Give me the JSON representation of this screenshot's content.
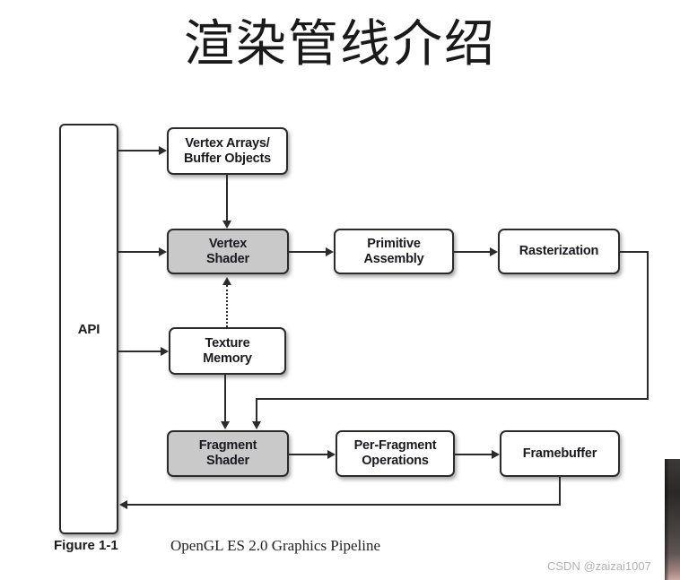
{
  "page": {
    "title": "渲染管线介绍",
    "background": "#ffffff"
  },
  "figure": {
    "caption_number": "Figure 1-1",
    "caption_text": "OpenGL ES 2.0 Graphics Pipeline",
    "shaded_fill": "#c9c9c9",
    "stroke": "#2b2b2b",
    "nodes": [
      {
        "id": "api",
        "label": "API",
        "shaded": false
      },
      {
        "id": "vao",
        "label": "Vertex Arrays/\nBuffer Objects",
        "line1": "Vertex Arrays/",
        "line2": "Buffer Objects",
        "shaded": false
      },
      {
        "id": "vshader",
        "label": "Vertex Shader",
        "line1": "Vertex",
        "line2": "Shader",
        "shaded": true
      },
      {
        "id": "prim",
        "label": "Primitive Assembly",
        "line1": "Primitive",
        "line2": "Assembly",
        "shaded": false
      },
      {
        "id": "raster",
        "label": "Rasterization",
        "line1": "Rasterization",
        "line2": "",
        "shaded": false
      },
      {
        "id": "texmem",
        "label": "Texture Memory",
        "line1": "Texture",
        "line2": "Memory",
        "shaded": false
      },
      {
        "id": "fshader",
        "label": "Fragment Shader",
        "line1": "Fragment",
        "line2": "Shader",
        "shaded": true
      },
      {
        "id": "perfrag",
        "label": "Per-Fragment Operations",
        "line1": "Per-Fragment",
        "line2": "Operations",
        "shaded": false
      },
      {
        "id": "fbuf",
        "label": "Framebuffer",
        "line1": "Framebuffer",
        "line2": "",
        "shaded": false
      }
    ],
    "edges": [
      {
        "from": "api",
        "to": "vao",
        "style": "solid"
      },
      {
        "from": "api",
        "to": "vshader",
        "style": "solid"
      },
      {
        "from": "api",
        "to": "texmem",
        "style": "solid"
      },
      {
        "from": "vao",
        "to": "vshader",
        "style": "solid"
      },
      {
        "from": "vshader",
        "to": "prim",
        "style": "solid"
      },
      {
        "from": "prim",
        "to": "raster",
        "style": "solid"
      },
      {
        "from": "raster",
        "to": "fshader",
        "style": "solid"
      },
      {
        "from": "texmem",
        "to": "vshader",
        "style": "dotted"
      },
      {
        "from": "texmem",
        "to": "fshader",
        "style": "solid"
      },
      {
        "from": "fshader",
        "to": "perfrag",
        "style": "solid"
      },
      {
        "from": "perfrag",
        "to": "fbuf",
        "style": "solid"
      },
      {
        "from": "fbuf",
        "to": "api",
        "style": "solid"
      }
    ]
  },
  "watermark": {
    "text": "CSDN @zaizai1007"
  }
}
